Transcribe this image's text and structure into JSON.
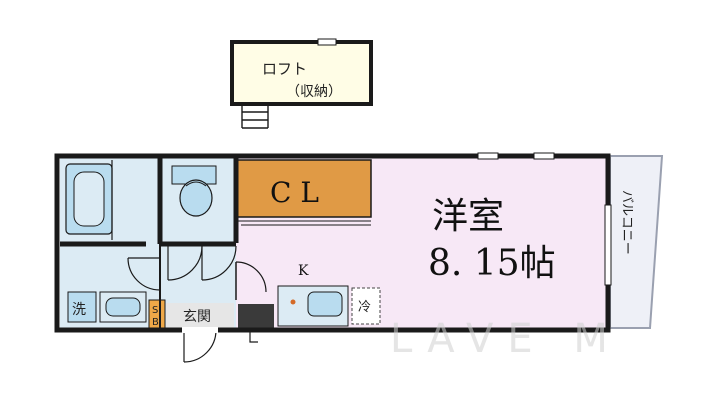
{
  "floorplan": {
    "loft": {
      "line1": "ロフト",
      "line2": "（収納）"
    },
    "closet": "C L",
    "room": {
      "name": "洋室",
      "size": "8. 15帖"
    },
    "balcony": "バルコニー",
    "kitchen": "K",
    "washer": "洗",
    "shoe_box_top": "S",
    "shoe_box_bottom": "B",
    "entrance": "玄関",
    "fridge": "冷",
    "watermark": "LAVE M"
  },
  "colors": {
    "wall": "#1a1a1a",
    "wet_area": "#dcebf4",
    "fixture": "#b9dcef",
    "closet": "#e09a45",
    "room": "#f7e8f6",
    "loft": "#fffde6",
    "balcony": "#eef0f7",
    "shoe_box": "#efa848",
    "entrance": "#e6e6e6",
    "dark_panel": "#3a3a3a"
  }
}
